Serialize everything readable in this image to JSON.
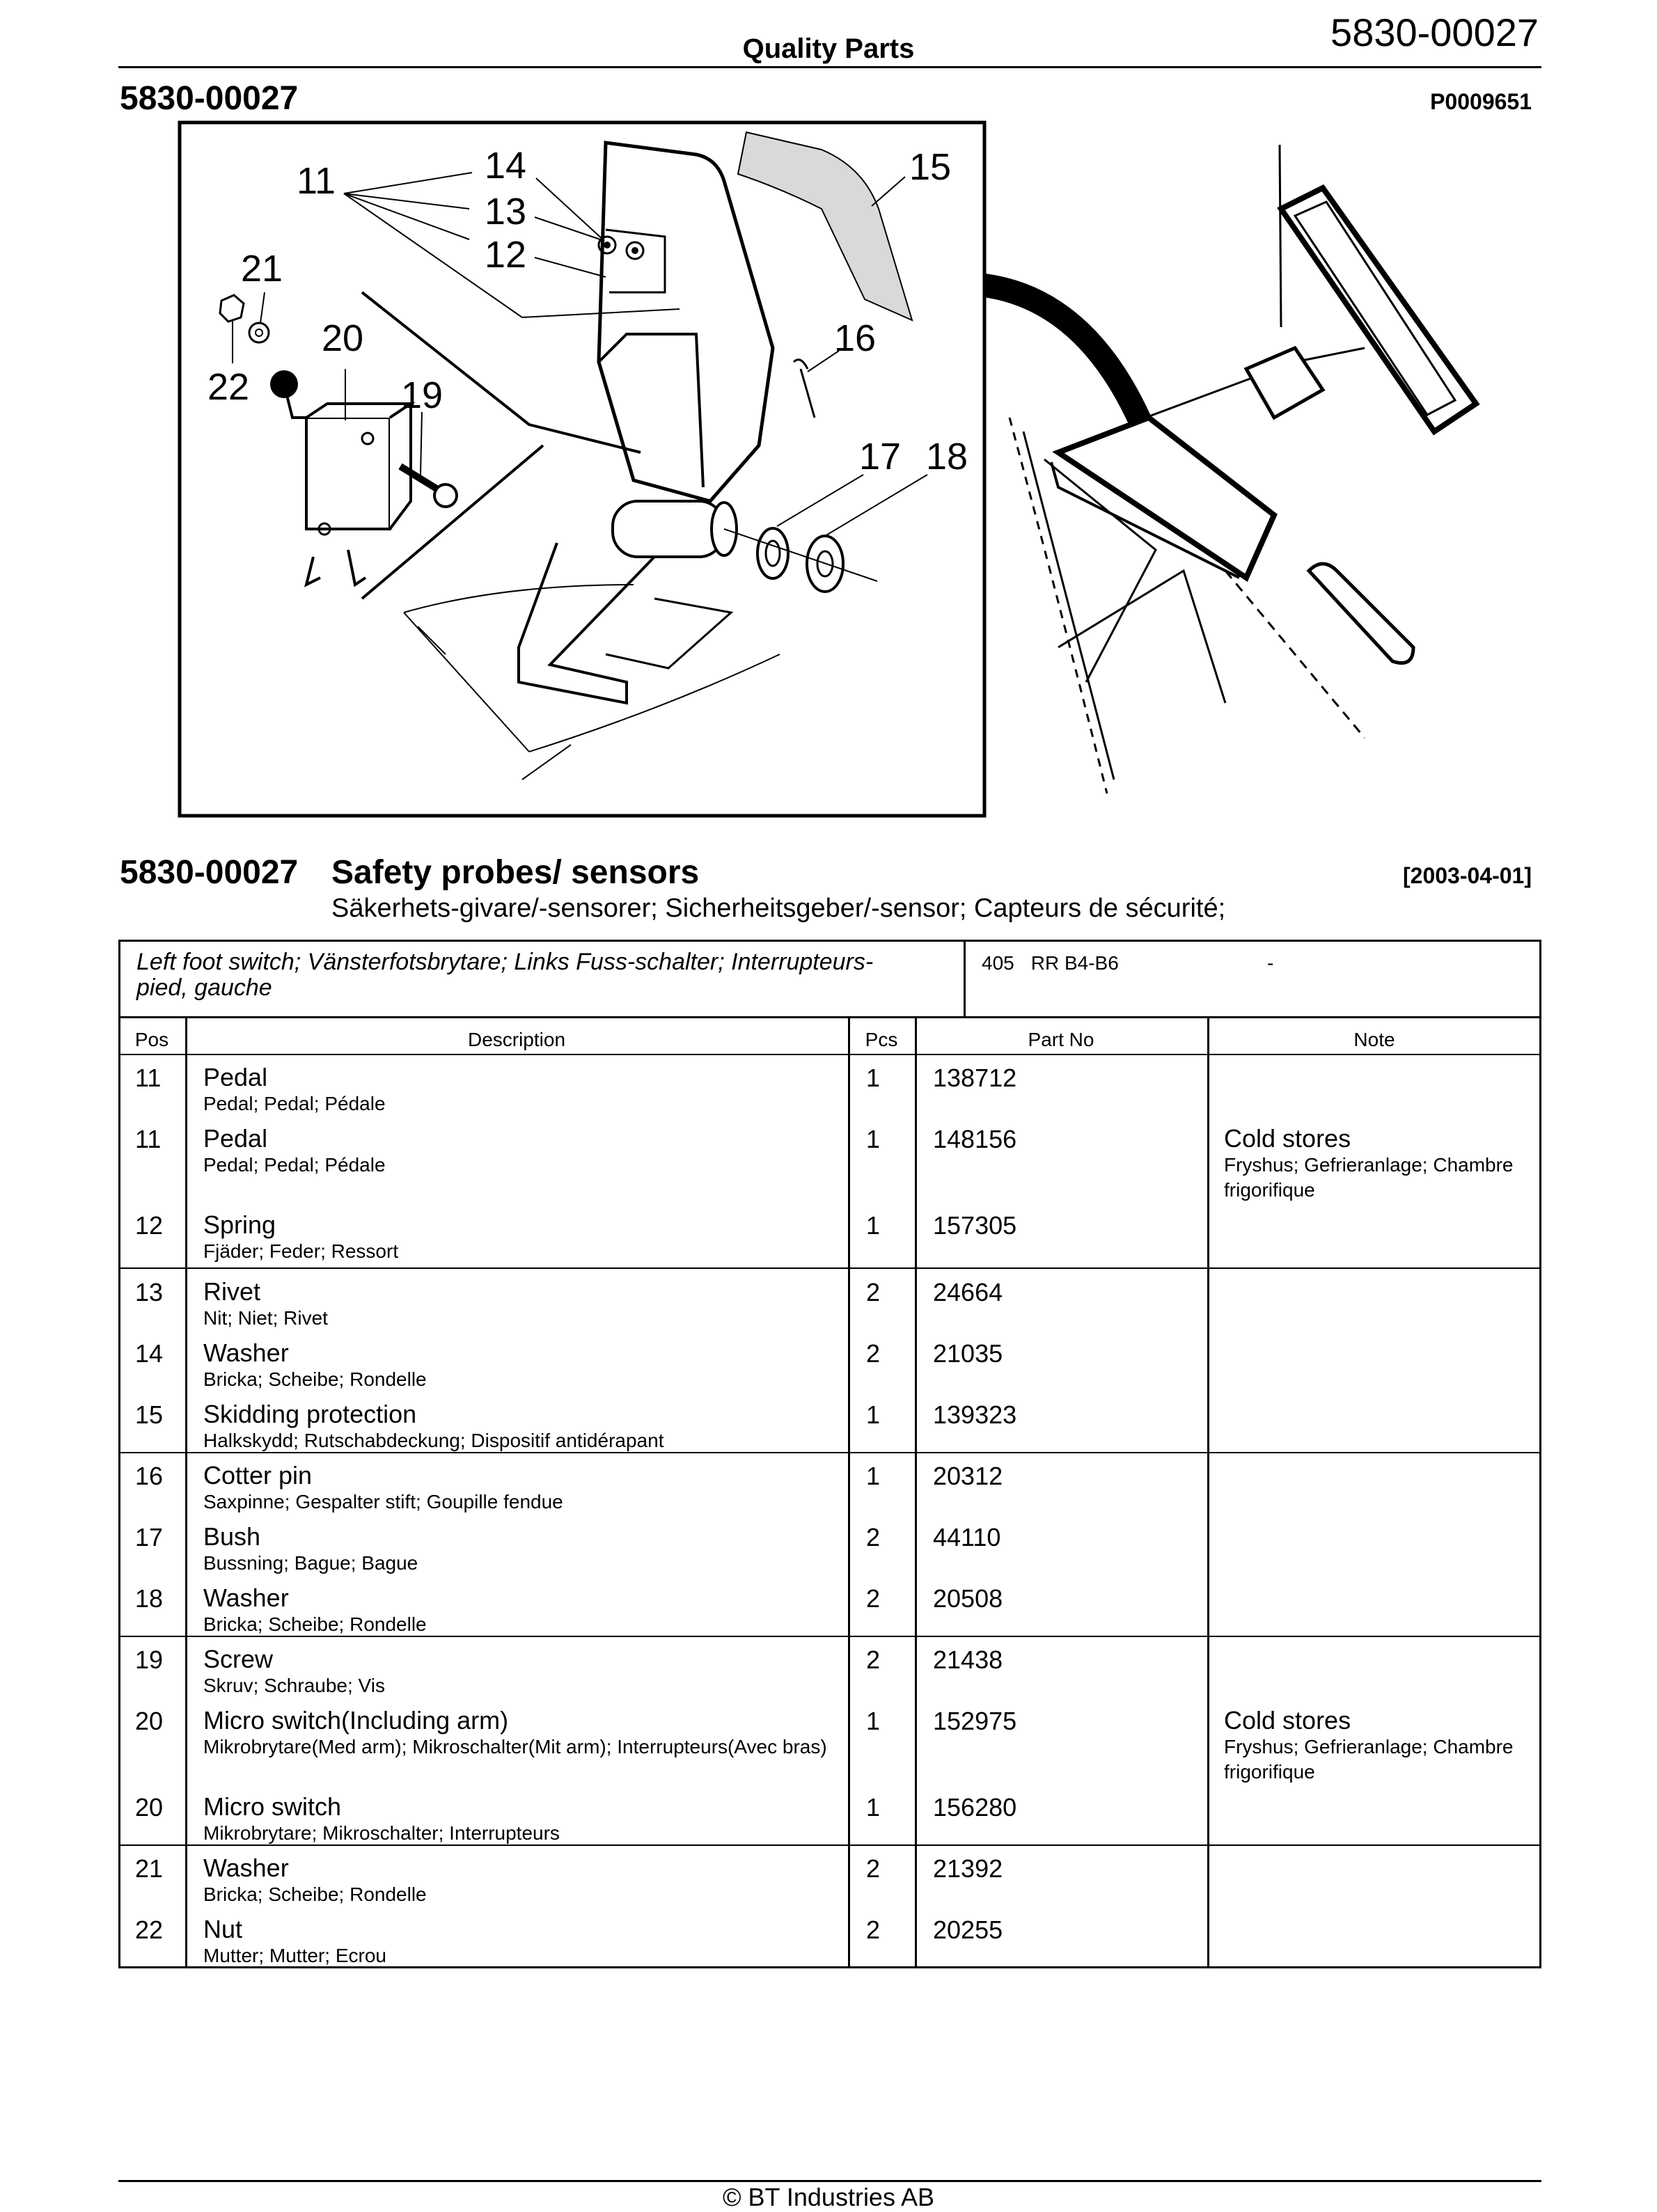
{
  "header": {
    "center_title": "Quality Parts",
    "doc_number": "5830-00027"
  },
  "figure": {
    "number": "5830-00027",
    "reference": "P0009651",
    "callouts": [
      "11",
      "14",
      "13",
      "12",
      "21",
      "22",
      "20",
      "19",
      "15",
      "16",
      "17",
      "18"
    ]
  },
  "section": {
    "number": "5830-00027",
    "title": "Safety probes/ sensors",
    "date": "[2003-04-01]",
    "subtitle": "Säkerhets-givare/-sensorer; Sicherheitsgeber/-sensor; Capteurs de sécurité;"
  },
  "table": {
    "info": {
      "text": "Left foot switch; Vänsterfotsbrytare; Links Fuss-schalter; Interrupteurs-pied, gauche",
      "code": "405",
      "model": "RR B4-B6",
      "dash": "-"
    },
    "columns": {
      "pos": "Pos",
      "description": "Description",
      "pcs": "Pcs",
      "part_no": "Part No",
      "note": "Note"
    },
    "rows": [
      {
        "pos": "11",
        "name": "Pedal",
        "translations": "Pedal; Pedal; Pédale",
        "pcs": "1",
        "part_no": "138712",
        "note": "",
        "note_sub": ""
      },
      {
        "pos": "11",
        "name": "Pedal",
        "translations": "Pedal; Pedal; Pédale",
        "pcs": "1",
        "part_no": "148156",
        "note": "Cold stores",
        "note_sub": "Fryshus; Gefrieranlage; Chambre frigorifique"
      },
      {
        "pos": "12",
        "name": "Spring",
        "translations": "Fjäder; Feder; Ressort",
        "pcs": "1",
        "part_no": "157305",
        "note": "",
        "note_sub": ""
      },
      {
        "pos": "13",
        "name": "Rivet",
        "translations": "Nit; Niet; Rivet",
        "pcs": "2",
        "part_no": "24664",
        "note": "",
        "note_sub": ""
      },
      {
        "pos": "14",
        "name": "Washer",
        "translations": "Bricka; Scheibe; Rondelle",
        "pcs": "2",
        "part_no": "21035",
        "note": "",
        "note_sub": ""
      },
      {
        "pos": "15",
        "name": "Skidding protection",
        "translations": "Halkskydd; Rutschabdeckung; Dispositif antidérapant",
        "pcs": "1",
        "part_no": "139323",
        "note": "",
        "note_sub": ""
      },
      {
        "pos": "16",
        "name": "Cotter pin",
        "translations": "Saxpinne; Gespalter stift; Goupille fendue",
        "pcs": "1",
        "part_no": "20312",
        "note": "",
        "note_sub": ""
      },
      {
        "pos": "17",
        "name": "Bush",
        "translations": "Bussning; Bague; Bague",
        "pcs": "2",
        "part_no": "44110",
        "note": "",
        "note_sub": ""
      },
      {
        "pos": "18",
        "name": "Washer",
        "translations": "Bricka; Scheibe; Rondelle",
        "pcs": "2",
        "part_no": "20508",
        "note": "",
        "note_sub": ""
      },
      {
        "pos": "19",
        "name": "Screw",
        "translations": "Skruv; Schraube; Vis",
        "pcs": "2",
        "part_no": "21438",
        "note": "",
        "note_sub": ""
      },
      {
        "pos": "20",
        "name": "Micro switch(Including arm)",
        "translations": "Mikrobrytare(Med arm); Mikroschalter(Mit arm); Interrupteurs(Avec bras)",
        "pcs": "1",
        "part_no": "152975",
        "note": "Cold stores",
        "note_sub": "Fryshus; Gefrieranlage; Chambre frigorifique"
      },
      {
        "pos": "20",
        "name": "Micro switch",
        "translations": "Mikrobrytare; Mikroschalter; Interrupteurs",
        "pcs": "1",
        "part_no": "156280",
        "note": "",
        "note_sub": ""
      },
      {
        "pos": "21",
        "name": "Washer",
        "translations": "Bricka; Scheibe; Rondelle",
        "pcs": "2",
        "part_no": "21392",
        "note": "",
        "note_sub": ""
      },
      {
        "pos": "22",
        "name": "Nut",
        "translations": "Mutter; Mutter; Ecrou",
        "pcs": "2",
        "part_no": "20255",
        "note": "",
        "note_sub": ""
      }
    ]
  },
  "footer": {
    "copyright": "© BT Industries AB"
  }
}
